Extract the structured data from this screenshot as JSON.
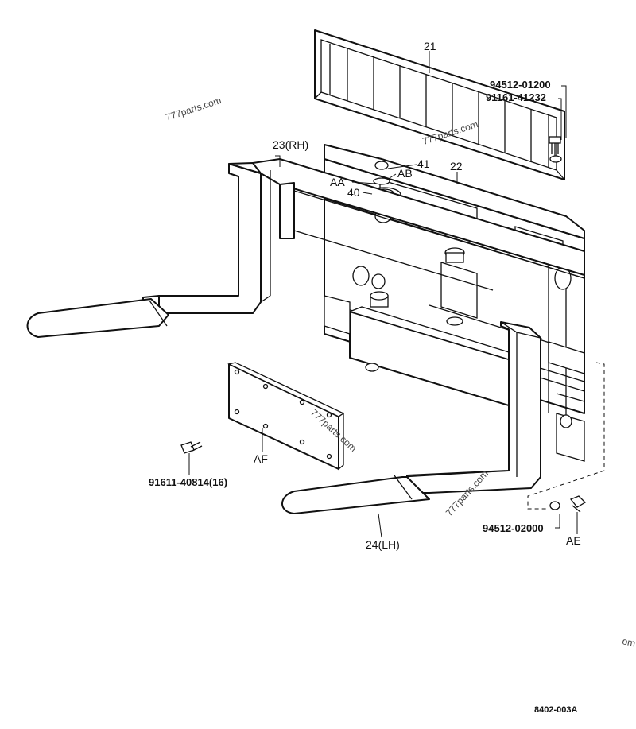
{
  "callouts": {
    "p21": "21",
    "p94512_01200": "94512-01200",
    "p91161_41232": "91161-41232",
    "p23": "23(RH)",
    "p41": "41",
    "pAB": "AB",
    "pAA": "AA",
    "p40": "40",
    "p22": "22",
    "pAF": "AF",
    "p91611": "91611-40814(16)",
    "p94512_02000": "94512-02000",
    "pAE": "AE",
    "p24": "24(LH)"
  },
  "drawing_number": "8402-003A",
  "watermarks": [
    "777parts.com",
    "777parts.com",
    "777parts.com",
    "777parts.com",
    "om"
  ],
  "colors": {
    "ink": "#111111",
    "paper": "#ffffff"
  }
}
